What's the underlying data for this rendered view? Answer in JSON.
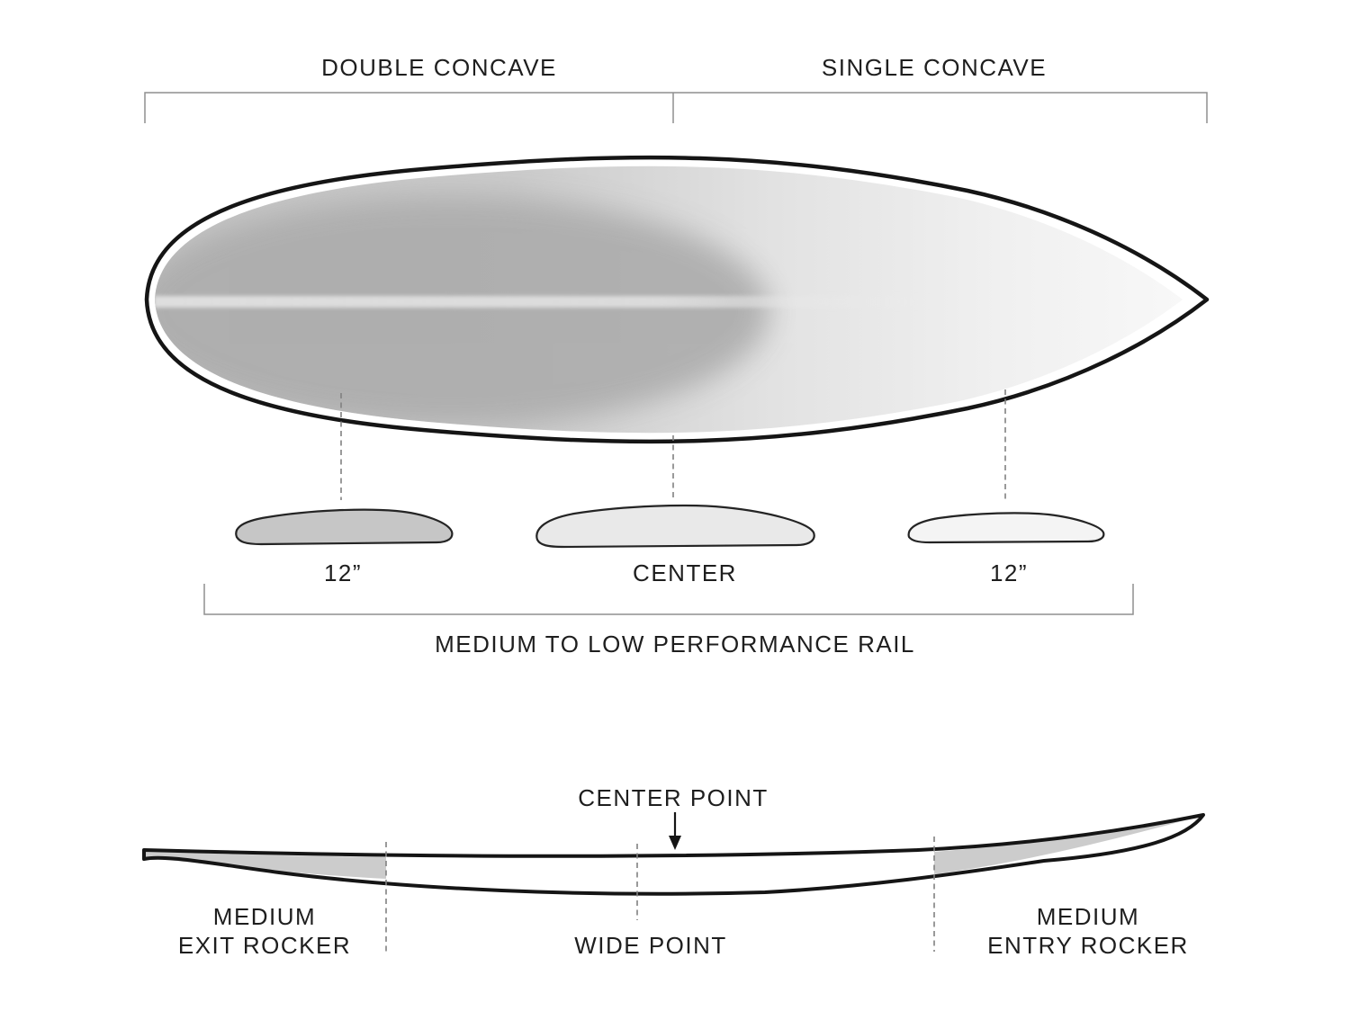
{
  "top_view": {
    "concave_labels": {
      "double": "DOUBLE CONCAVE",
      "single": "SINGLE CONCAVE"
    },
    "cross_sections": [
      {
        "label": "12”"
      },
      {
        "label": "CENTER"
      },
      {
        "label": "12”"
      }
    ],
    "rail_label": "MEDIUM TO LOW PERFORMANCE RAIL"
  },
  "side_view": {
    "center_point_label": "CENTER POINT",
    "wide_point_label": "WIDE POINT",
    "exit_rocker": {
      "line1": "MEDIUM",
      "line2": "EXIT ROCKER"
    },
    "entry_rocker": {
      "line1": "MEDIUM",
      "line2": "ENTRY ROCKER"
    }
  },
  "colors": {
    "outline": "#151515",
    "text": "#1e1e1e",
    "bracket_line": "#8f8f8f",
    "dashed_line": "#808080",
    "board_fill_dark": "#c6c6c6",
    "board_fill_light": "#f8f8f8",
    "concave_shadow": "#acacac",
    "stringer_stripe": "#dedede",
    "cross_section_fills": [
      "#c6c6c6",
      "#e9e9e9",
      "#f4f4f4"
    ],
    "rocker_wedge_fill": "#cccccc"
  }
}
